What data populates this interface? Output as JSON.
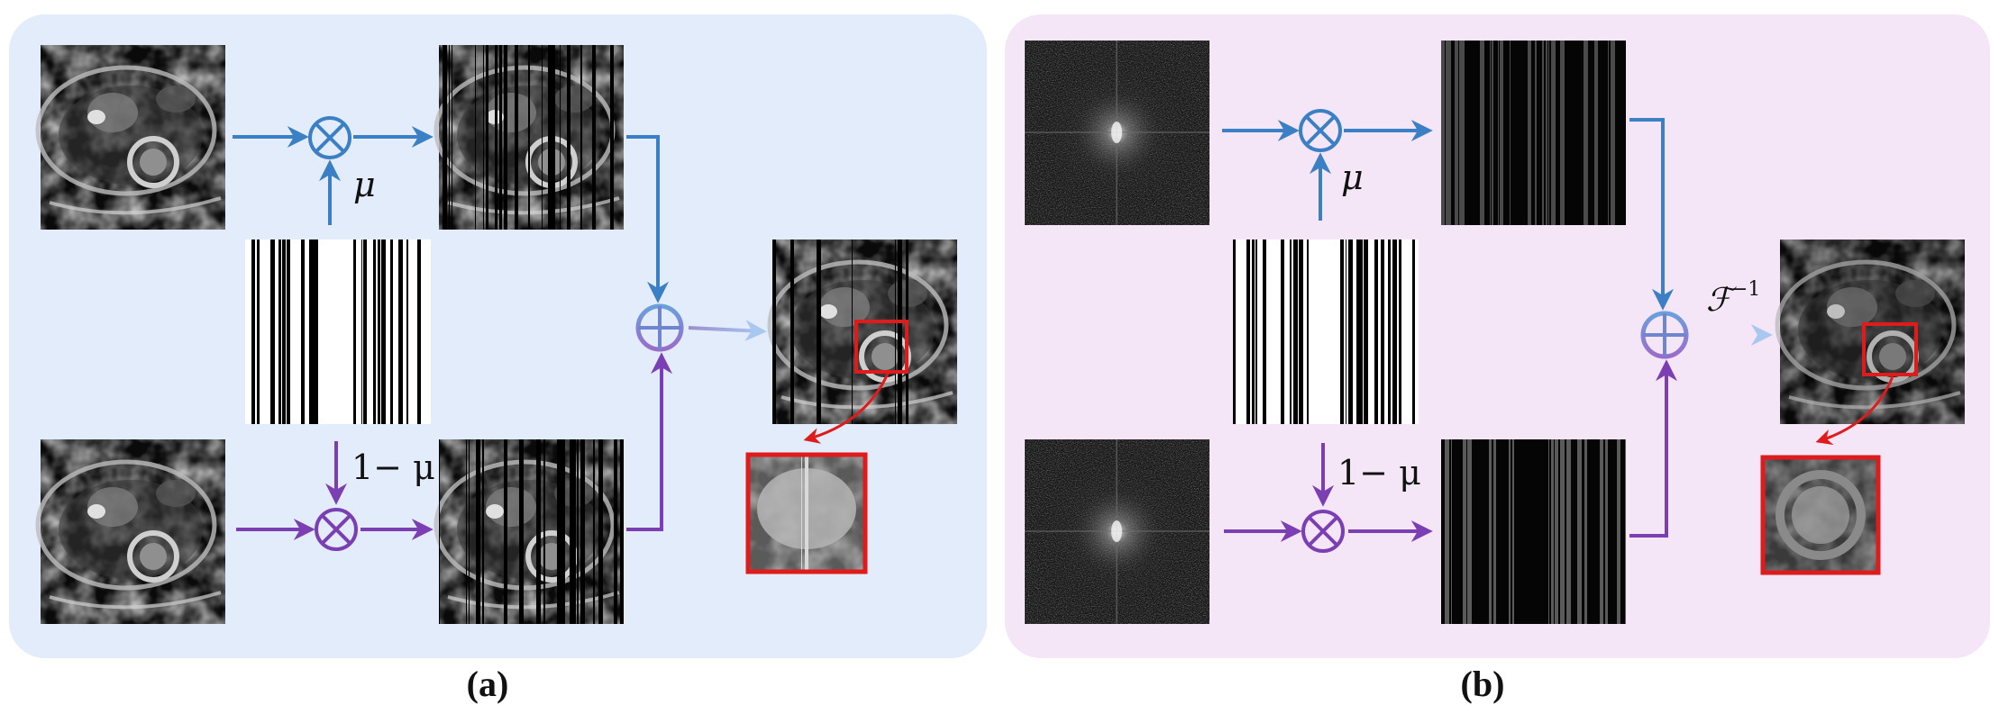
{
  "panels": {
    "a": {
      "label": "(a)"
    },
    "b": {
      "label": "(b)"
    }
  },
  "symbols": {
    "mu": "μ",
    "one_minus_mu": "1− μ",
    "inverse_fourier": "ℱ",
    "inverse_fourier_sup": "−1"
  },
  "colors": {
    "panel_a_bg": "#e3ecfa",
    "panel_b_bg": "#f4e6f7",
    "blue_arrow": "#3b7fc4",
    "purple_arrow": "#7b3fb3",
    "highlight_red": "#e01b1b"
  }
}
